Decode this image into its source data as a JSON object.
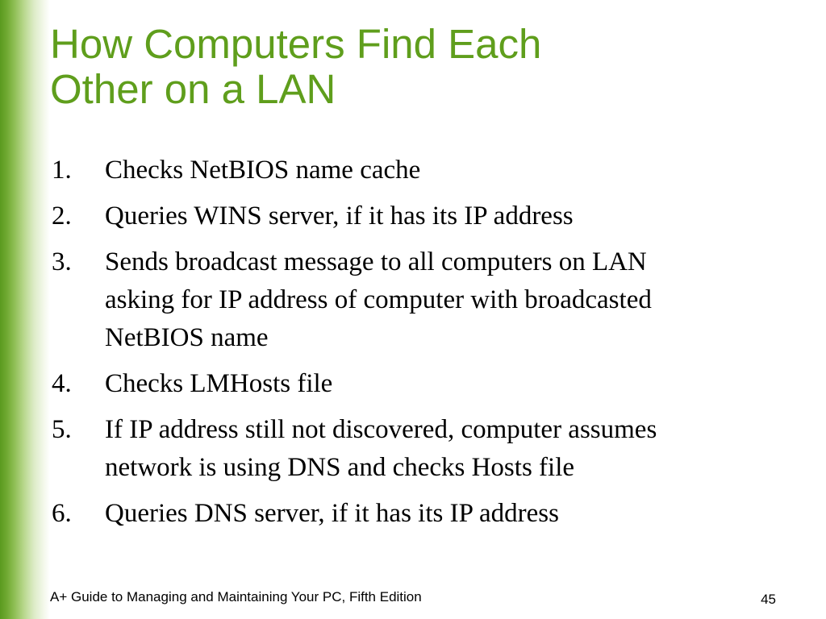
{
  "slide": {
    "title_lines": [
      "How Computers Find Each",
      "Other on a LAN"
    ],
    "accent_color": "#5f9e1c",
    "sidebar_gradient_colors": [
      "#5a9a1f",
      "#ffffff"
    ],
    "steps": [
      {
        "number": "1.",
        "text": "Checks NetBIOS name cache"
      },
      {
        "number": "2.",
        "text": "Queries WINS server, if it has its IP address"
      },
      {
        "number": "3.",
        "text_lines": [
          "Sends broadcast message to all computers on LAN",
          "asking for IP address of computer with broadcasted",
          "NetBIOS name"
        ]
      },
      {
        "number": "4.",
        "text": "Checks LMHosts file"
      },
      {
        "number": "5.",
        "text_lines": [
          "If IP address still not discovered, computer assumes",
          "network is using DNS and checks Hosts file"
        ]
      },
      {
        "number": "6.",
        "text": "Queries DNS server, if it has its IP address"
      }
    ],
    "footer": "A+ Guide to Managing and Maintaining Your PC, Fifth Edition",
    "page_number": "45"
  }
}
